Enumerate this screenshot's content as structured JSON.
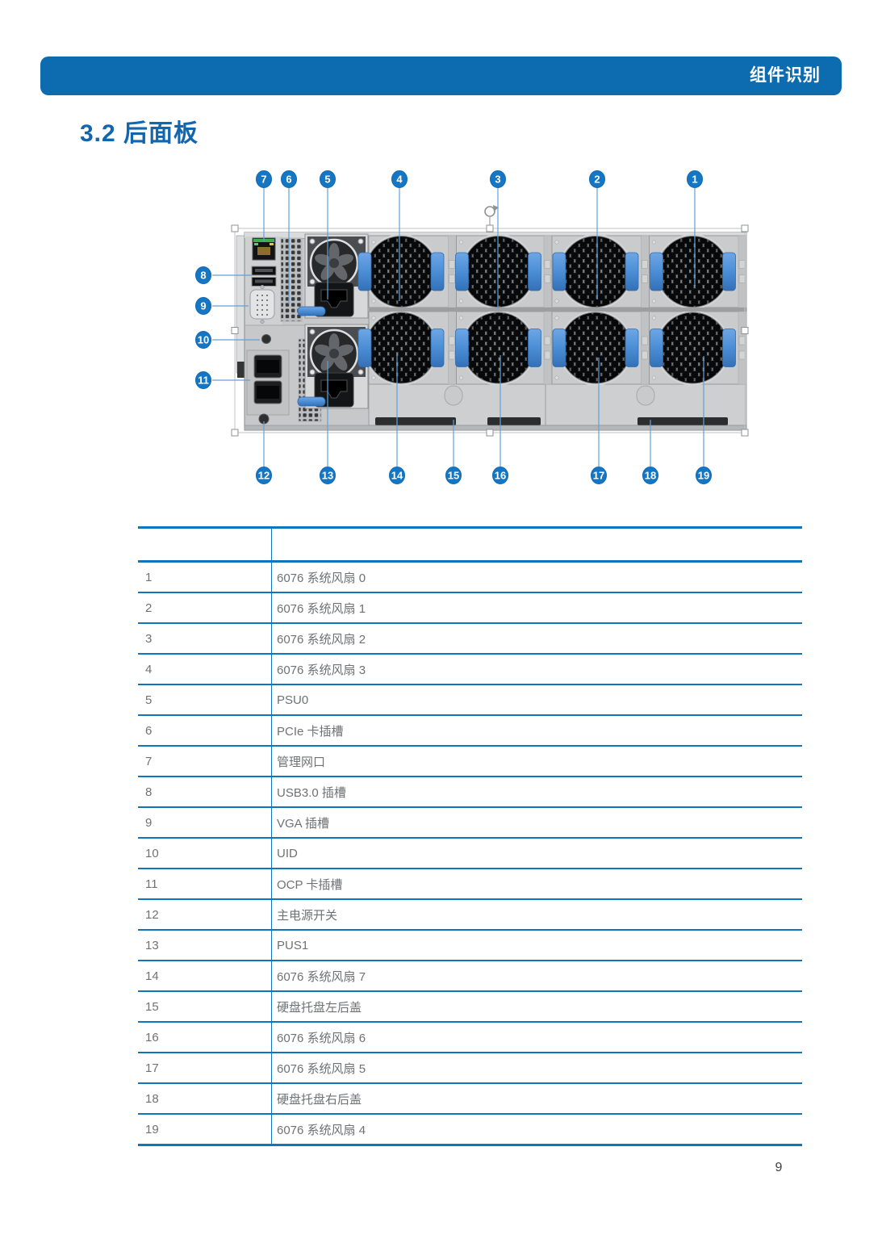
{
  "header": {
    "title": "组件识别"
  },
  "section": {
    "title": "3.2 后面板"
  },
  "figure": {
    "callouts": [
      "1",
      "2",
      "3",
      "4",
      "5",
      "6",
      "7",
      "8",
      "9",
      "10",
      "11",
      "12",
      "13",
      "14",
      "15",
      "16",
      "17",
      "18",
      "19"
    ]
  },
  "table": {
    "header": [
      "",
      ""
    ],
    "rows": [
      [
        "1",
        "6076 系统风扇 0"
      ],
      [
        "2",
        "6076 系统风扇 1"
      ],
      [
        "3",
        "6076 系统风扇 2"
      ],
      [
        "4",
        "6076 系统风扇 3"
      ],
      [
        "5",
        "PSU0"
      ],
      [
        "6",
        "PCIe 卡插槽"
      ],
      [
        "7",
        "管理网口"
      ],
      [
        "8",
        "USB3.0 插槽"
      ],
      [
        "9",
        "VGA 插槽"
      ],
      [
        "10",
        "UID"
      ],
      [
        "11",
        "OCP 卡插槽"
      ],
      [
        "12",
        "主电源开关"
      ],
      [
        "13",
        "PUS1"
      ],
      [
        "14",
        "6076 系统风扇 7"
      ],
      [
        "15",
        "硬盘托盘左后盖"
      ],
      [
        "16",
        "6076 系统风扇 6"
      ],
      [
        "17",
        "6076 系统风扇 5"
      ],
      [
        "18",
        "硬盘托盘右后盖"
      ],
      [
        "19",
        "6076 系统风扇 4"
      ]
    ]
  },
  "page": {
    "number": "9"
  },
  "colors": {
    "accent": "#0d6cb0",
    "table_border": "#0f76bd",
    "callout_blue": "#1576c4",
    "callout_line": "#63a0d8",
    "handle_blue": "#4b8ed6"
  }
}
